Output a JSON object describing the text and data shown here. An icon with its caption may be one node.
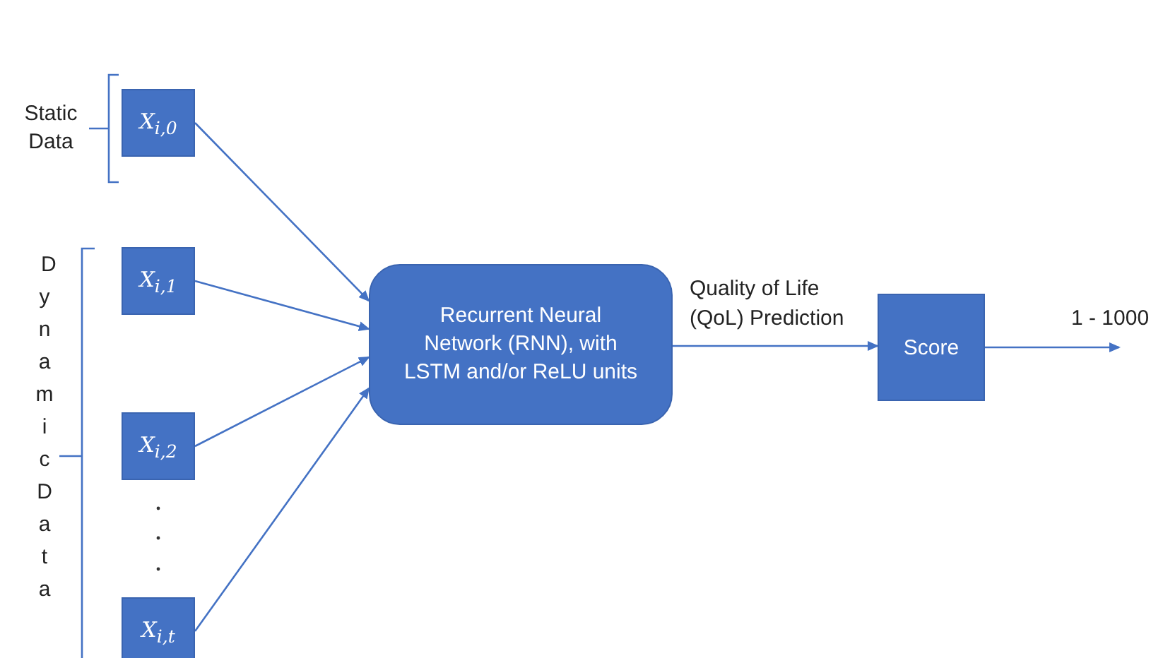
{
  "diagram": {
    "nodes": [
      {
        "text": [
          "X$_{i,0}$"
        ]
      },
      {
        "text": [
          "X$_{i,1}$"
        ]
      },
      {
        "text": [
          "X$_{i,2}$"
        ]
      },
      {
        "text": [
          "X$_{i,t}$"
        ]
      },
      {
        "text": [
          "Recurrent Neural Network (RNN), with LSTM and/or ReLU units"
        ]
      },
      {
        "text": [
          "Score"
        ]
      }
    ],
    "edges": [
      {
        "from": 0,
        "to": 4,
        "arrow": "to"
      },
      {
        "from": 1,
        "to": 4,
        "arrow": "to"
      },
      {
        "from": 2,
        "to": 4,
        "arrow": "to"
      },
      {
        "from": 3,
        "to": 4,
        "arrow": "to"
      },
      {
        "from": 4,
        "to": 5,
        "arrow": "to",
        "label": "Quality of Life (QoL) Prediction"
      },
      {
        "from": 5,
        "to": null,
        "arrow": "to",
        "label": "1 - 1000"
      }
    ],
    "labels": [
      "Static Data",
      "Dynamic Data"
    ]
  }
}
